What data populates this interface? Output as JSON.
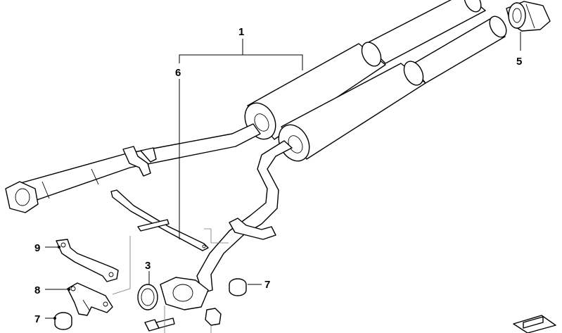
{
  "callouts": [
    {
      "id": "1",
      "label": "1"
    },
    {
      "id": "6",
      "label": "6"
    },
    {
      "id": "5",
      "label": "5"
    },
    {
      "id": "3",
      "label": "3"
    },
    {
      "id": "7a",
      "label": "7"
    },
    {
      "id": "9",
      "label": "9"
    },
    {
      "id": "8",
      "label": "8"
    },
    {
      "id": "7b",
      "label": "7"
    }
  ],
  "colors": {
    "line": "#000000",
    "background": "#ffffff",
    "guide": "#777777"
  }
}
